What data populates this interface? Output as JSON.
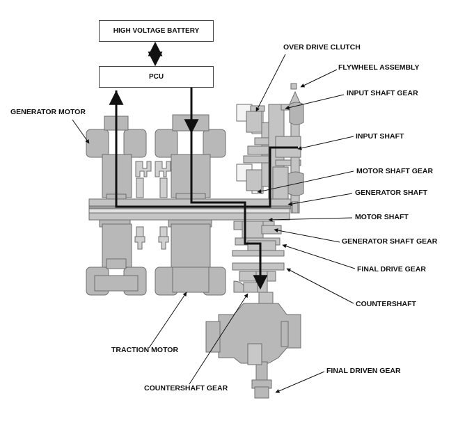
{
  "boxes": {
    "battery": "HIGH VOLTAGE BATTERY",
    "pcu": "PCU"
  },
  "labels": {
    "over_drive_clutch": "OVER DRIVE CLUTCH",
    "flywheel_assembly": "FLYWHEEL ASSEMBLY",
    "input_shaft_gear": "INPUT SHAFT GEAR",
    "input_shaft": "INPUT SHAFT",
    "motor_shaft_gear": "MOTOR SHAFT GEAR",
    "generator_shaft": "GENERATOR SHAFT",
    "motor_shaft": "MOTOR SHAFT",
    "generator_shaft_gear": "GENERATOR SHAFT GEAR",
    "final_drive_gear": "FINAL DRIVE GEAR",
    "countershaft": "COUNTERSHAFT",
    "final_driven_gear": "FINAL DRIVEN GEAR",
    "countershaft_gear": "COUNTERSHAFT GEAR",
    "traction_motor": "TRACTION MOTOR",
    "generator_motor": "GENERATOR MOTOR"
  },
  "colors": {
    "part_fill": "#b8b8b8",
    "part_stroke": "#6e6e6e",
    "power_path": "#111111",
    "leader": "#111111"
  }
}
